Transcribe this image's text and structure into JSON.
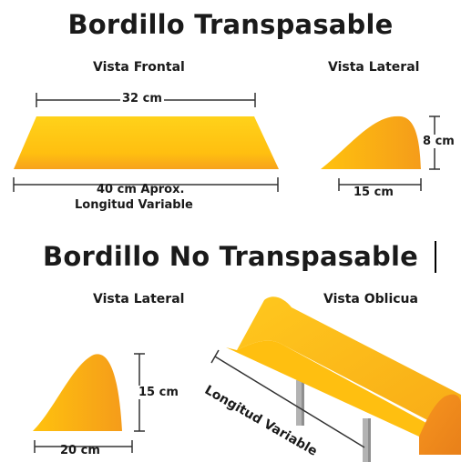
{
  "top": {
    "title": "Bordillo Transpasable",
    "front_label": "Vista Frontal",
    "side_label": "Vista Lateral",
    "width_top": "32 cm",
    "width_bottom_line1": "40 cm Aprox.",
    "width_bottom_line2": "Longitud Variable",
    "height": "8 cm",
    "depth": "15 cm"
  },
  "bottom": {
    "title": "Bordillo No Transpasable",
    "side_label": "Vista Lateral",
    "oblique_label": "Vista Oblicua",
    "height": "15 cm",
    "depth": "20 cm",
    "length": "Longitud Variable"
  },
  "colors": {
    "curb_yellow": "#ffc20e",
    "curb_orange": "#f7941d",
    "line": "#333333",
    "post": "#b3b3b3"
  }
}
